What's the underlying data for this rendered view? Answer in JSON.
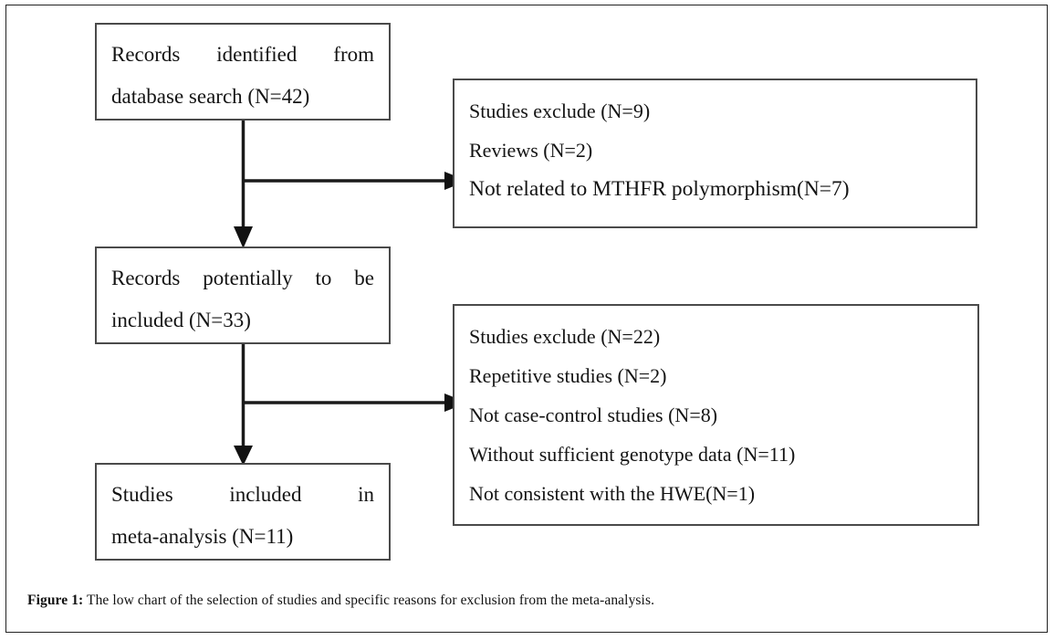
{
  "figure": {
    "caption_label": "Figure 1:",
    "caption_text": " The low chart of the selection of studies and specific reasons for exclusion from the meta-analysis.",
    "border_color": "#222222",
    "box_border_color": "#4a4a4a",
    "arrow_color": "#1a1a1a",
    "background": "#ffffff"
  },
  "flow": {
    "nodes": [
      {
        "id": "records-identified",
        "line1": "Records  identified  from",
        "line2": "database search (N=42)"
      },
      {
        "id": "records-potential",
        "line1": "Records  potentially  to  be",
        "line2": "included (N=33)"
      },
      {
        "id": "studies-included",
        "line1": "Studies      included      in",
        "line2": "meta-analysis (N=11)"
      }
    ],
    "exclusions": [
      {
        "id": "exclusion-stage-1",
        "lines": [
          "Studies exclude (N=9)",
          "Reviews (N=2)",
          "Not related to MTHFR polymorphism(N=7)"
        ]
      },
      {
        "id": "exclusion-stage-2",
        "lines": [
          "Studies exclude (N=22)",
          "Repetitive studies (N=2)",
          "Not case-control studies (N=8)",
          "Without sufficient genotype data (N=11)",
          "Not consistent with the HWE(N=1)"
        ]
      }
    ],
    "connectors": [
      {
        "id": "connector-stage-1",
        "from": "records-identified",
        "to_down": "records-potential",
        "to_right": "exclusion-stage-1"
      },
      {
        "id": "connector-stage-2",
        "from": "records-potential",
        "to_down": "studies-included",
        "to_right": "exclusion-stage-2"
      }
    ]
  }
}
